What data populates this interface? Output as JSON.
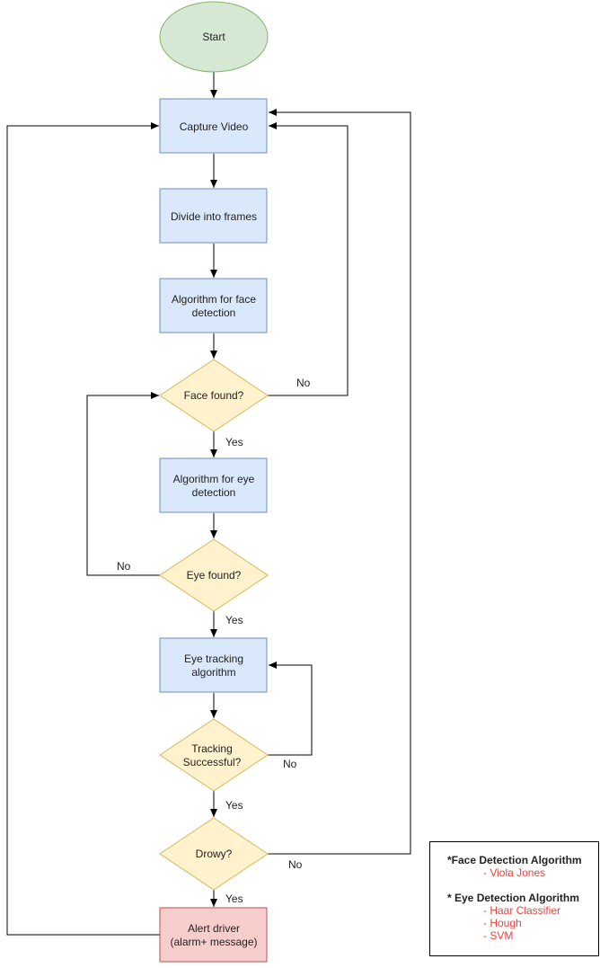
{
  "colors": {
    "start_fill": "#d5e8d4",
    "start_stroke": "#82b366",
    "process_fill": "#dae8fc",
    "process_stroke": "#6c8ebf",
    "decision_fill": "#fff2cc",
    "decision_stroke": "#d6b656",
    "alert_fill": "#f8cecc",
    "alert_stroke": "#b85450",
    "legend_item": "#e8433f"
  },
  "nodes": {
    "start": "Start",
    "capture": "Capture Video",
    "divide": "Divide into frames",
    "face_algo": [
      "Algorithm for face",
      "detection"
    ],
    "face_found": "Face found?",
    "eye_algo": [
      "Algorithm for eye",
      "detection"
    ],
    "eye_found": "Eye found?",
    "eye_tracking": [
      "Eye tracking",
      "algorithm"
    ],
    "tracking_ok": [
      "Tracking",
      "Successful?"
    ],
    "drowsy": "Drowy?",
    "alert": [
      "Alert driver",
      "(alarm+ message)"
    ]
  },
  "edge_labels": {
    "face_no": "No",
    "face_yes": "Yes",
    "eye_no": "No",
    "eye_yes": "Yes",
    "tracking_no": "No",
    "tracking_yes": "Yes",
    "drowsy_no": "No",
    "drowsy_yes": "Yes"
  },
  "legend": {
    "face_header": "*Face Detection Algorithm",
    "face_items": [
      "- Viola Jones"
    ],
    "eye_header": "* Eye Detection Algorithm",
    "eye_items": [
      "- Haar Classifier",
      "- Hough",
      "- SVM"
    ]
  }
}
